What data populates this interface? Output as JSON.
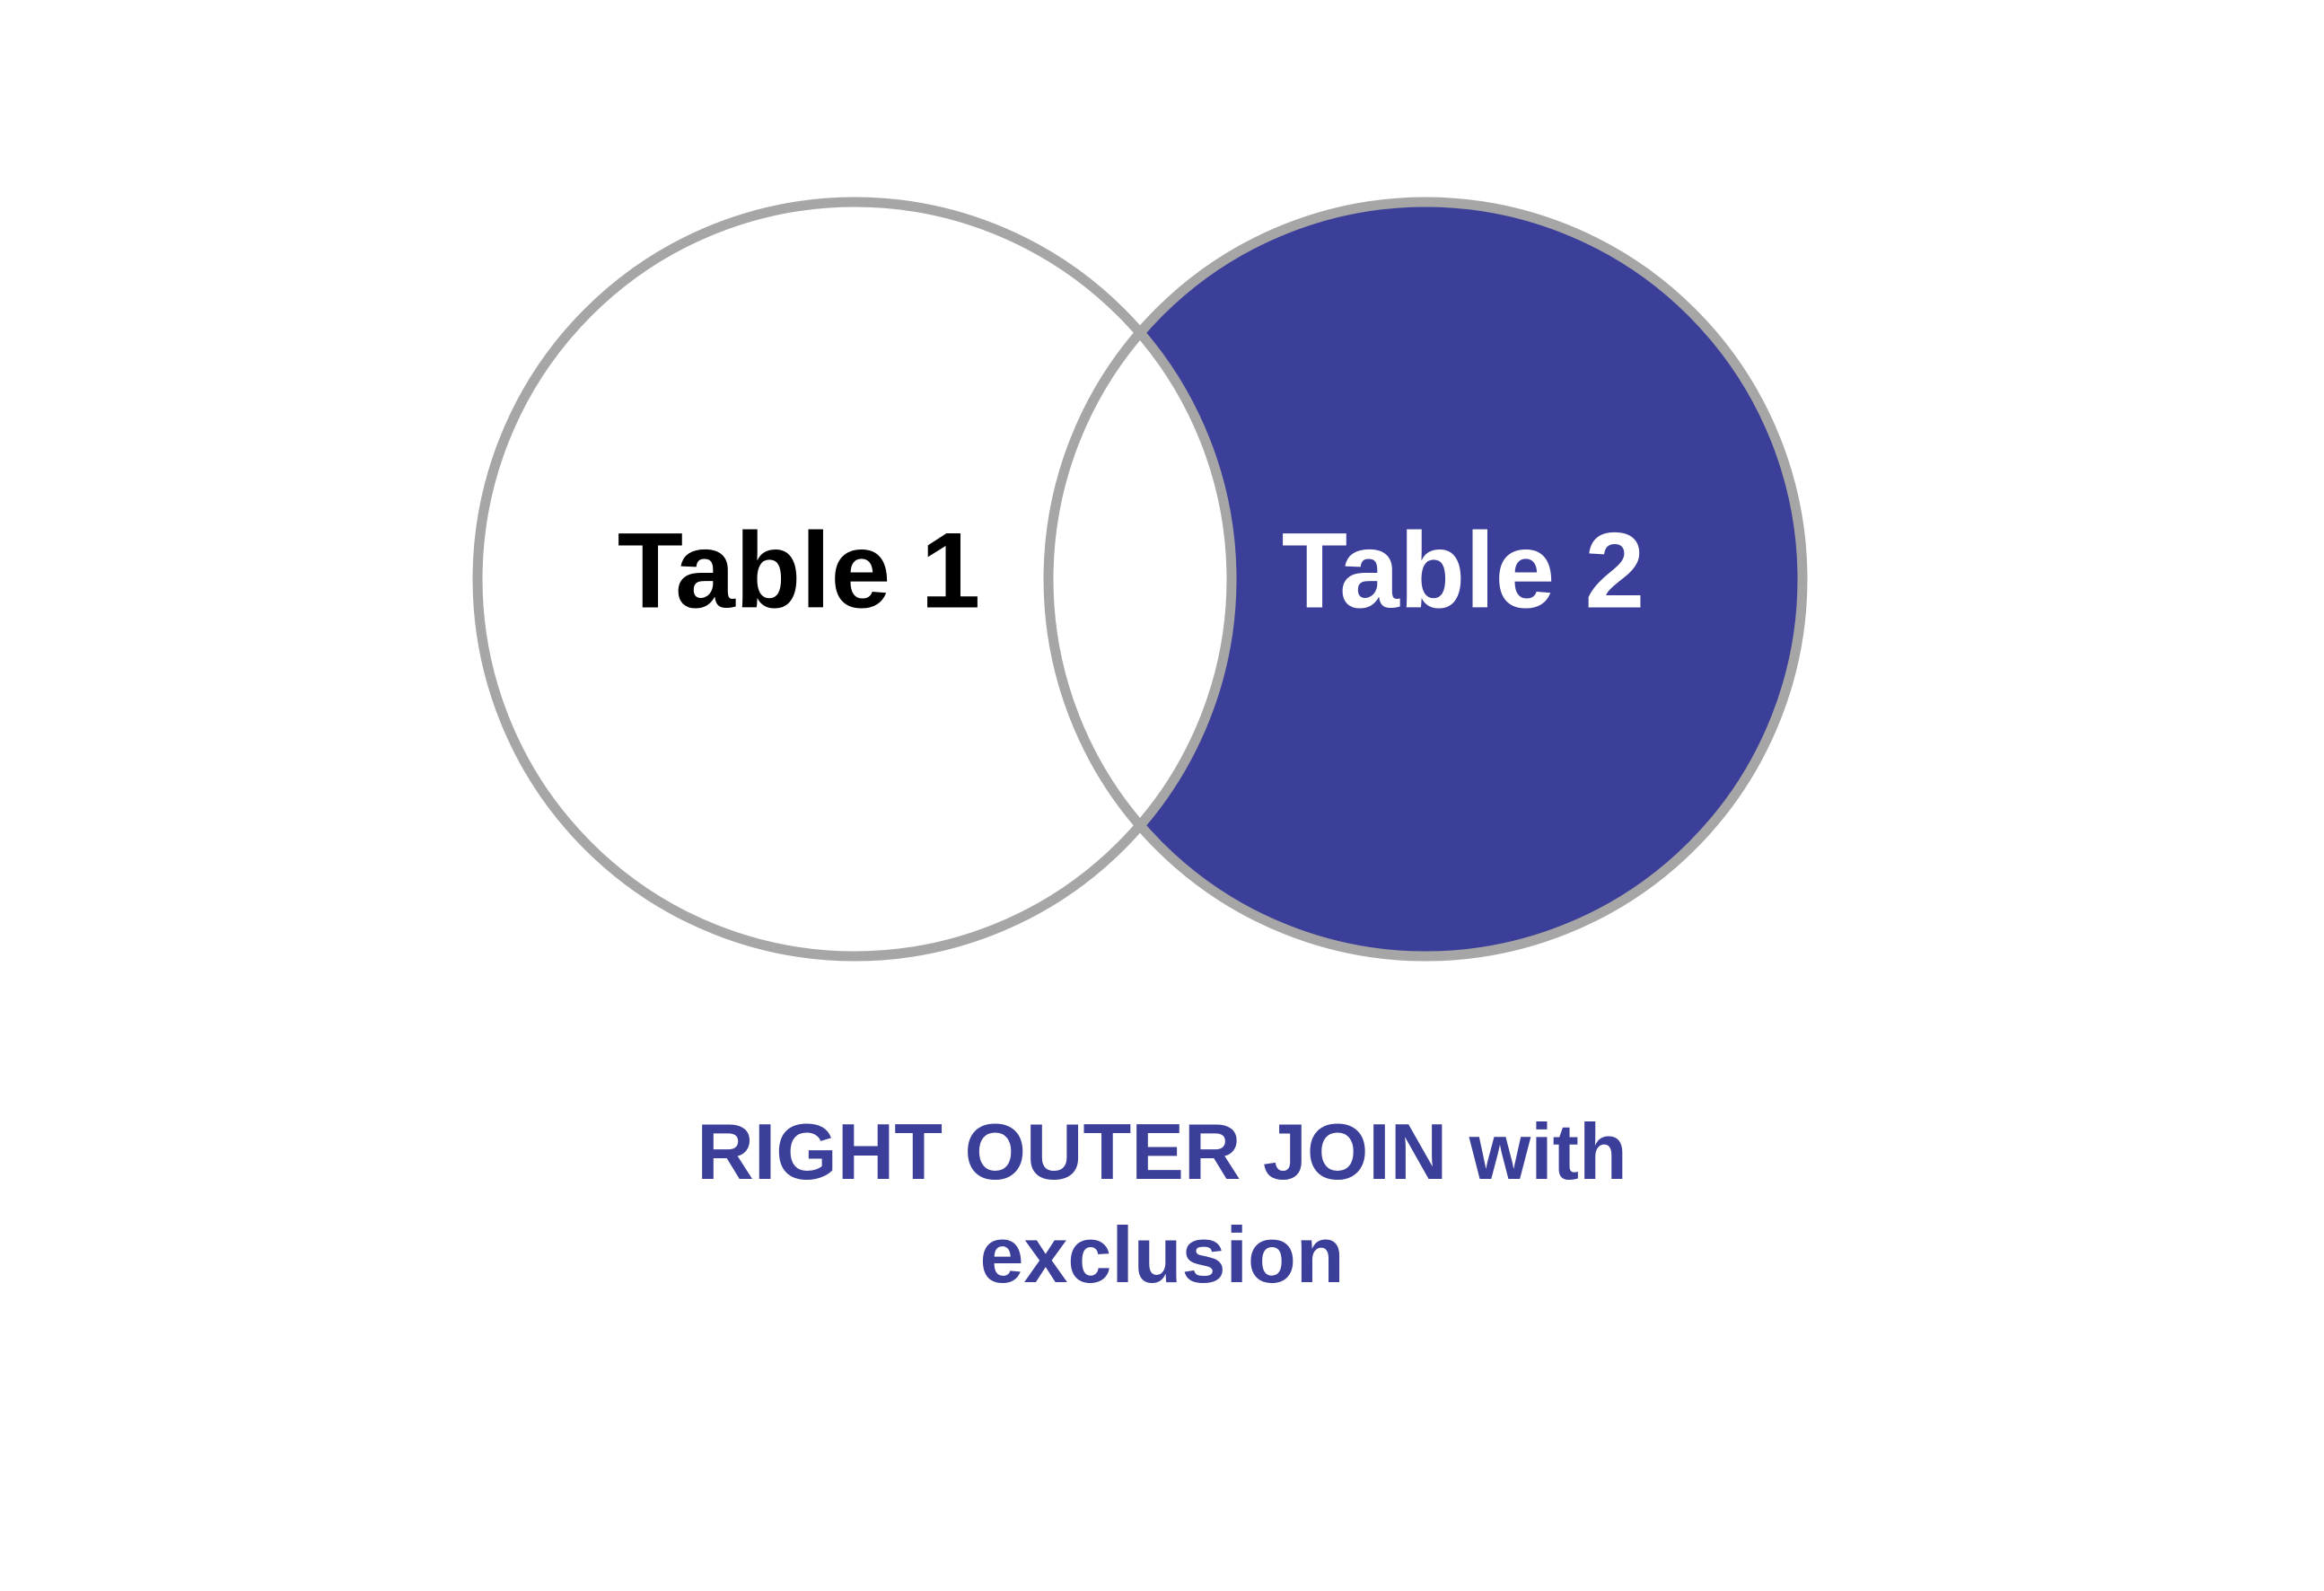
{
  "diagram": {
    "type": "venn-join",
    "sets": [
      {
        "label": "Table 1",
        "highlighted": false
      },
      {
        "label": "Table 2",
        "highlighted": true
      }
    ],
    "intersection_highlighted": false,
    "caption_line1": "RIGHT OUTER JOIN with",
    "caption_line2": "exclusion"
  },
  "colors": {
    "highlight_fill": "#3c3f99",
    "circle_stroke": "#a6a6a6",
    "left_label": "#000000",
    "right_label": "#ffffff",
    "caption": "#3c3f99",
    "background": "#ffffff"
  }
}
